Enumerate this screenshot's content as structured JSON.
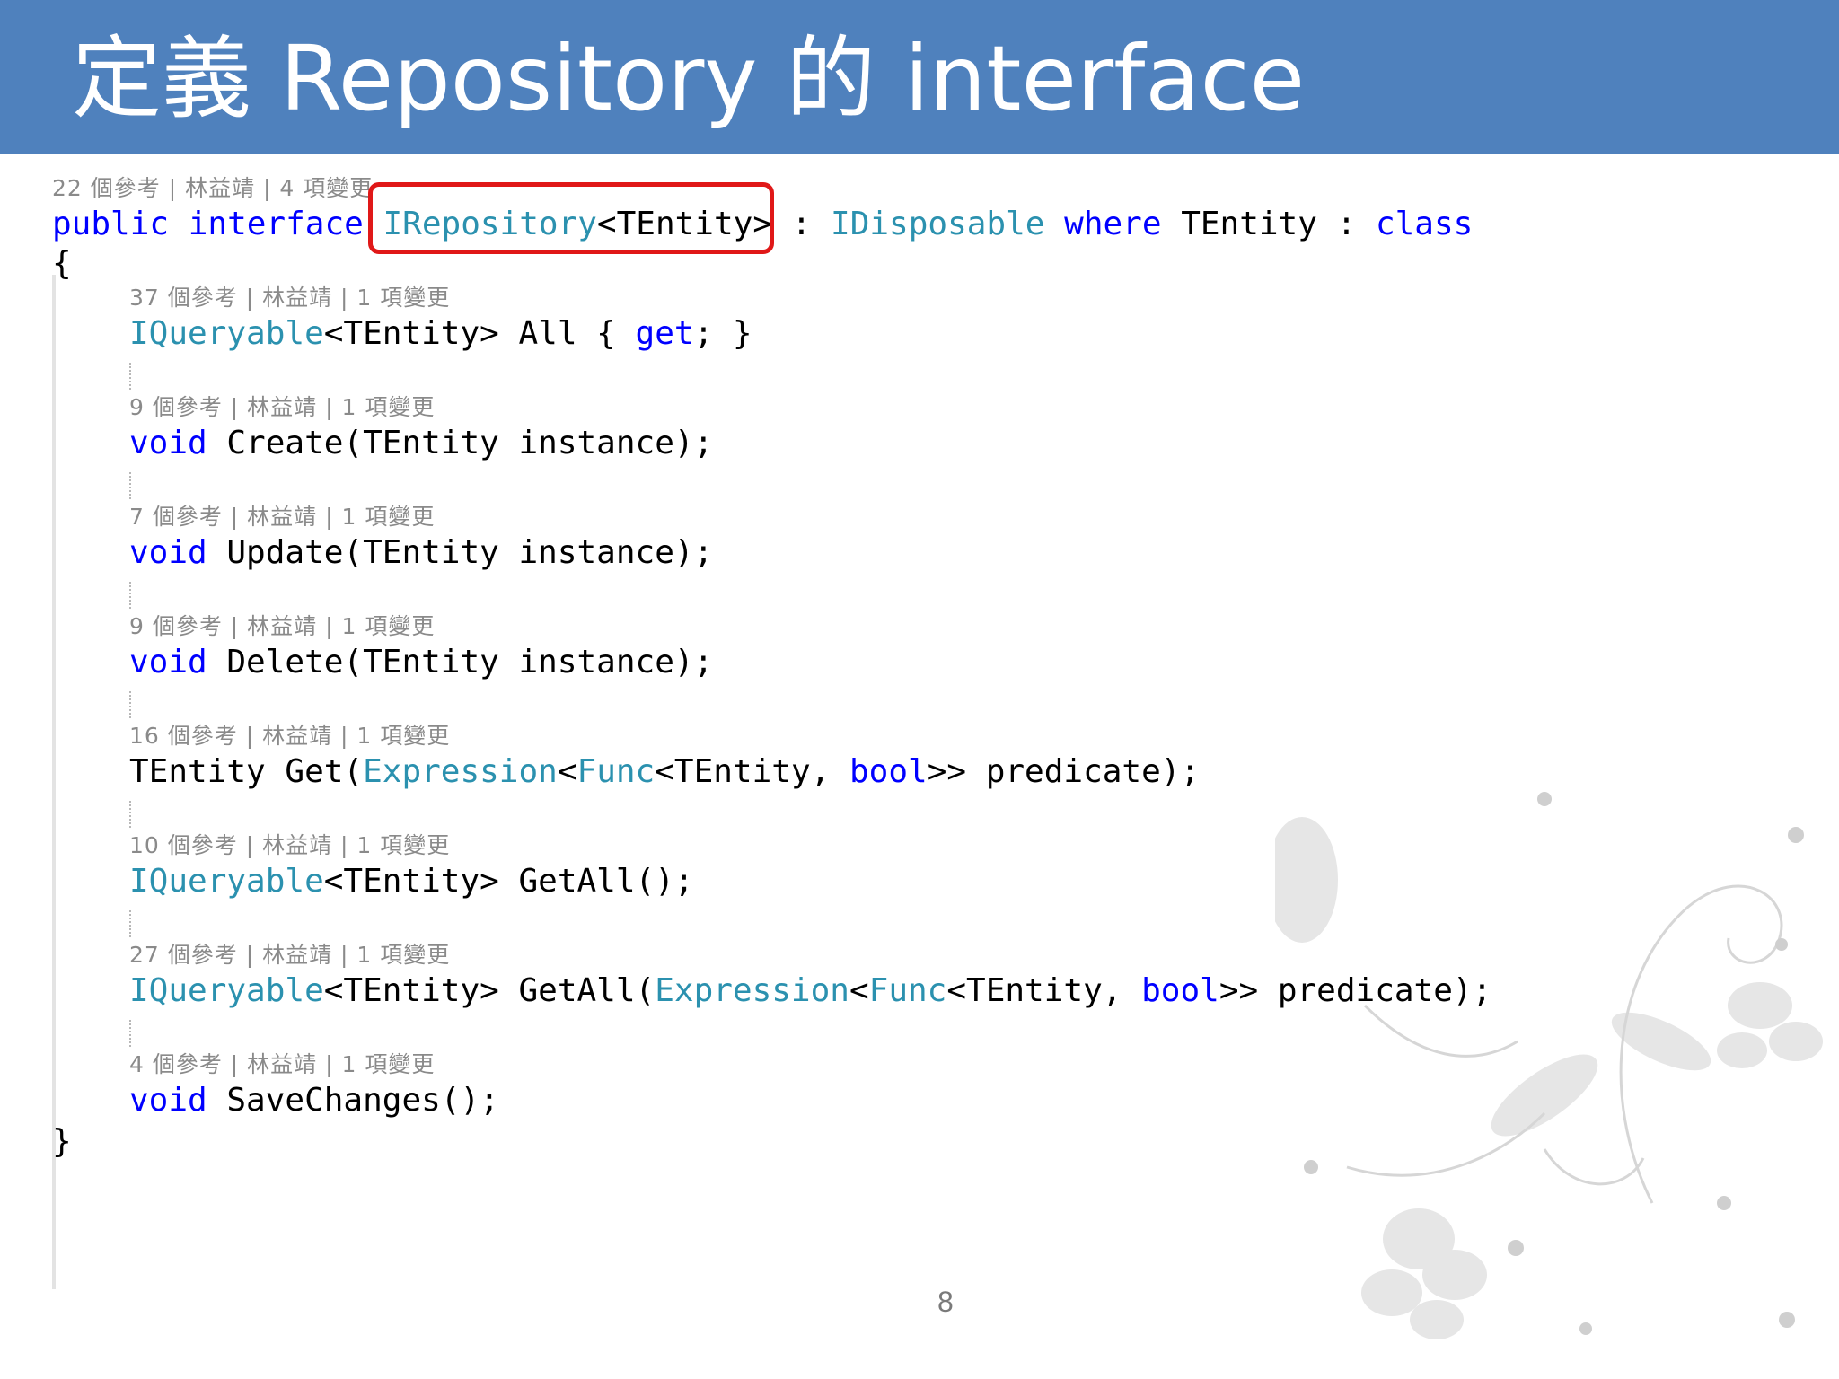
{
  "title": "定義 Repository 的 interface",
  "page_number": "8",
  "code": {
    "header_lens": "22 個參考 | 林益靖 | 4 項變更",
    "header": {
      "t1": "public",
      "t2": "interface",
      "t3": "IRepository",
      "t4": "<TEntity>",
      "t5": " : ",
      "t6": "IDisposable",
      "t7": "where",
      "t8": " TEntity : ",
      "t9": "class"
    },
    "open_brace": "{",
    "close_brace": "}",
    "members": [
      {
        "lens": "37 個參考 | 林益靖 | 1 項變更",
        "a": "IQueryable",
        "b": "<TEntity> All { ",
        "c": "get",
        "d": "; }"
      },
      {
        "lens": "9 個參考 | 林益靖 | 1 項變更",
        "a": "void",
        "b": " Create(TEntity instance);"
      },
      {
        "lens": "7 個參考 | 林益靖 | 1 項變更",
        "a": "void",
        "b": " Update(TEntity instance);"
      },
      {
        "lens": "9 個參考 | 林益靖 | 1 項變更",
        "a": "void",
        "b": " Delete(TEntity instance);"
      },
      {
        "lens": "16 個參考 | 林益靖 | 1 項變更",
        "a": "TEntity Get(",
        "b": "Expression",
        "c": "<",
        "d": "Func",
        "e": "<TEntity, ",
        "f": "bool",
        "g": ">> predicate);"
      },
      {
        "lens": "10 個參考 | 林益靖 | 1 項變更",
        "a": "IQueryable",
        "b": "<TEntity> GetAll();"
      },
      {
        "lens": "27 個參考 | 林益靖 | 1 項變更",
        "a": "IQueryable",
        "b": "<TEntity> GetAll(",
        "c": "Expression",
        "d": "<",
        "e": "Func",
        "f": "<TEntity, ",
        "g": "bool",
        "h": ">> predicate);"
      },
      {
        "lens": "4 個參考 | 林益靖 | 1 項變更",
        "a": "void",
        "b": " SaveChanges();"
      }
    ]
  },
  "colors": {
    "title_bar": "#4f81bd",
    "keyword": "#0000ff",
    "type": "#2b91af",
    "highlight": "#e01818"
  }
}
